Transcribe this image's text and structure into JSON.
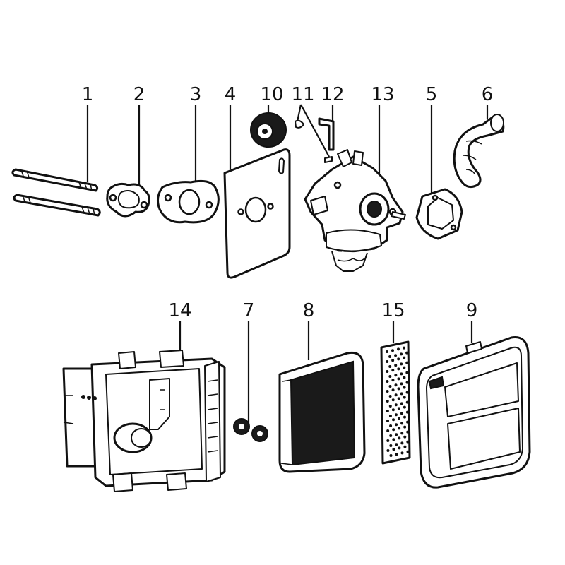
{
  "diagram": {
    "callouts": [
      {
        "id": "p1",
        "label": "1"
      },
      {
        "id": "p2",
        "label": "2"
      },
      {
        "id": "p3",
        "label": "3"
      },
      {
        "id": "p4",
        "label": "4"
      },
      {
        "id": "p10",
        "label": "10"
      },
      {
        "id": "p11",
        "label": "11"
      },
      {
        "id": "p12",
        "label": "12"
      },
      {
        "id": "p13",
        "label": "13"
      },
      {
        "id": "p5",
        "label": "5"
      },
      {
        "id": "p6",
        "label": "6"
      },
      {
        "id": "p14",
        "label": "14"
      },
      {
        "id": "p7",
        "label": "7"
      },
      {
        "id": "p8",
        "label": "8"
      },
      {
        "id": "p15",
        "label": "15"
      },
      {
        "id": "p9",
        "label": "9"
      }
    ],
    "colors": {
      "line": "#111111",
      "background": "#ffffff",
      "fill_dark": "#1a1a1a"
    }
  }
}
